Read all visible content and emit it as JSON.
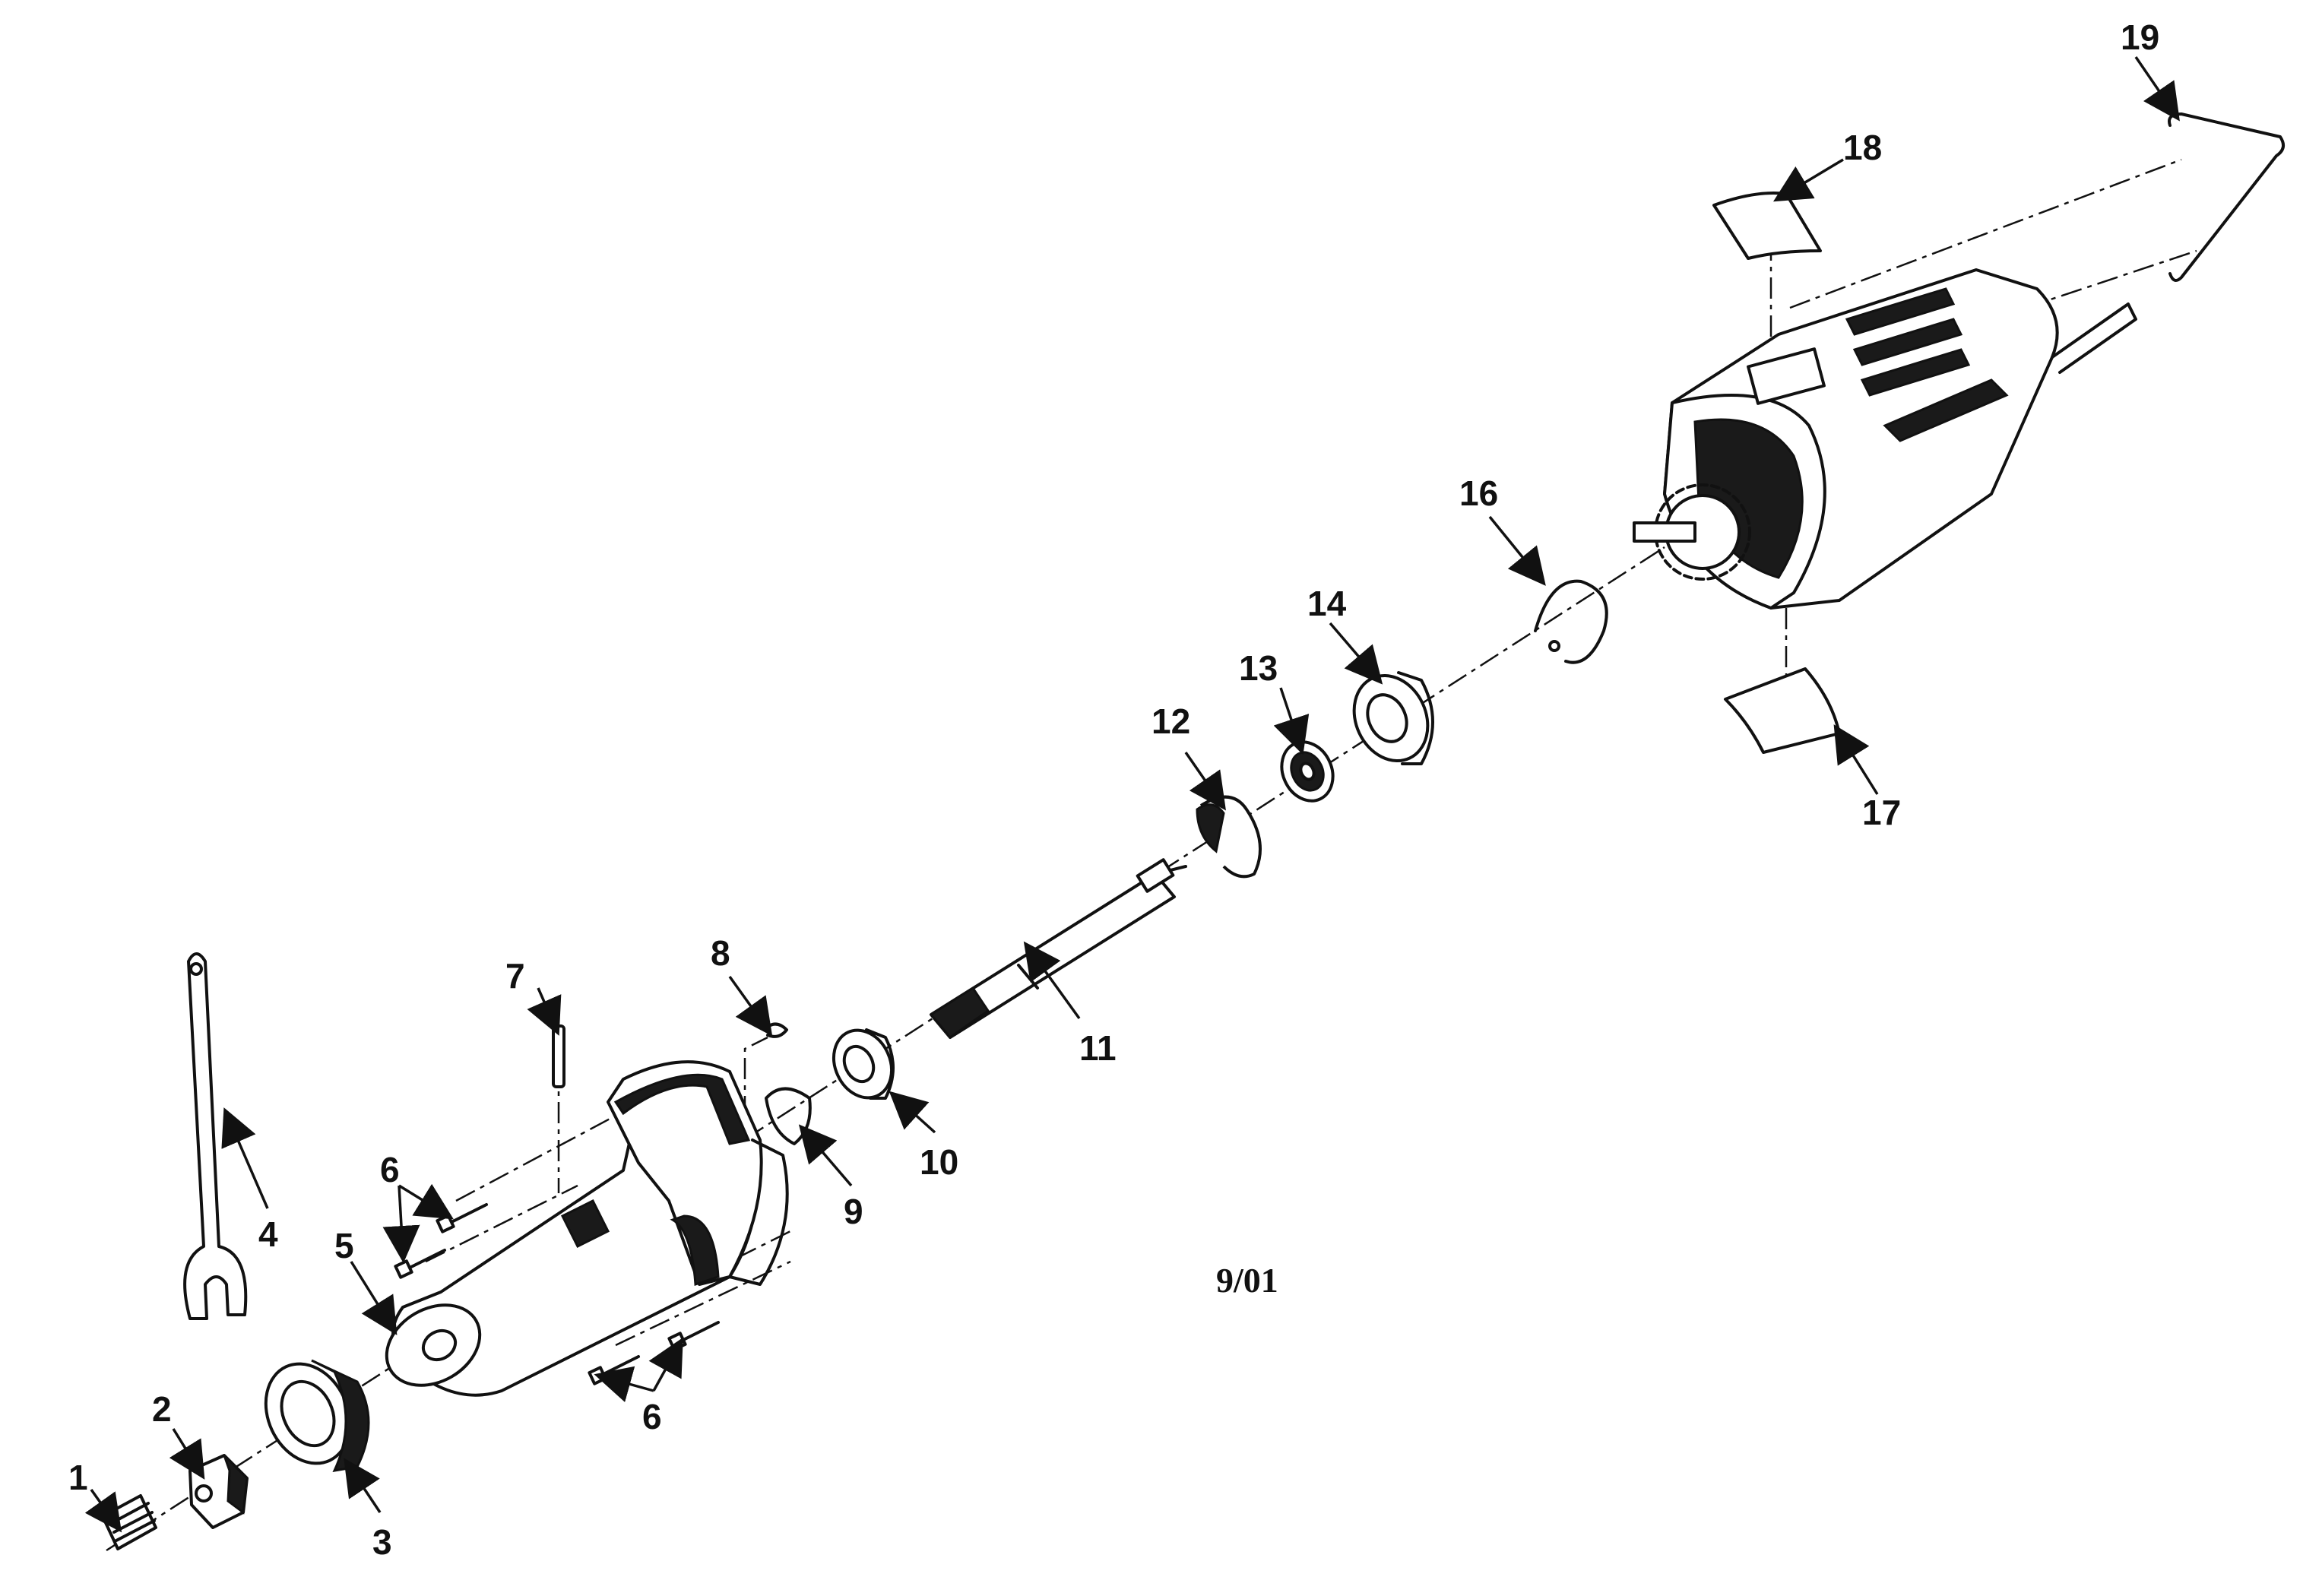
{
  "diagram": {
    "date_code": "9/01",
    "callouts": [
      {
        "id": "1",
        "label": "1"
      },
      {
        "id": "2",
        "label": "2"
      },
      {
        "id": "3",
        "label": "3"
      },
      {
        "id": "4",
        "label": "4"
      },
      {
        "id": "5",
        "label": "5"
      },
      {
        "id": "6a",
        "label": "6"
      },
      {
        "id": "6b",
        "label": "6"
      },
      {
        "id": "7",
        "label": "7"
      },
      {
        "id": "8",
        "label": "8"
      },
      {
        "id": "9",
        "label": "9"
      },
      {
        "id": "10",
        "label": "10"
      },
      {
        "id": "11",
        "label": "11"
      },
      {
        "id": "12",
        "label": "12"
      },
      {
        "id": "13",
        "label": "13"
      },
      {
        "id": "14",
        "label": "14"
      },
      {
        "id": "16",
        "label": "16"
      },
      {
        "id": "17",
        "label": "17"
      },
      {
        "id": "18",
        "label": "18"
      },
      {
        "id": "19",
        "label": "19"
      }
    ]
  }
}
